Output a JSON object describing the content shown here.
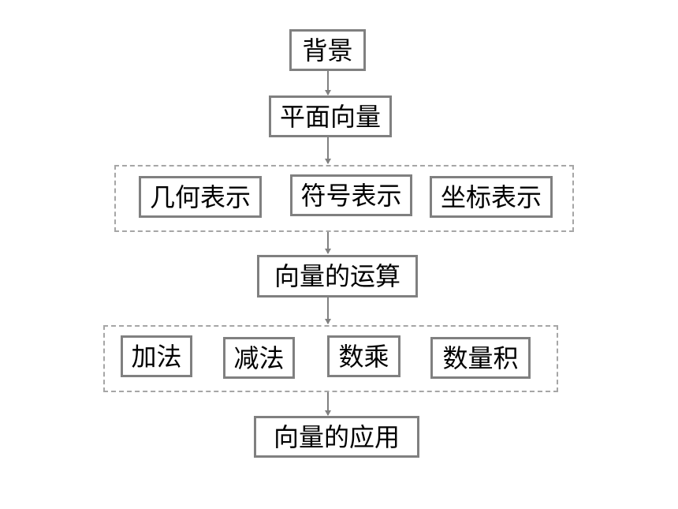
{
  "diagram": {
    "colors": {
      "box_border": "#808080",
      "group_border": "#a6a6a6",
      "arrow": "#808080",
      "text": "#000000"
    },
    "nodes": {
      "background": "背景",
      "plane_vector": "平面向量",
      "representation": [
        "几何表示",
        "符号表示",
        "坐标表示"
      ],
      "operations": "向量的运算",
      "operation_types": [
        "加法",
        "减法",
        "数乘",
        "数量积"
      ],
      "applications": "向量的应用"
    }
  }
}
